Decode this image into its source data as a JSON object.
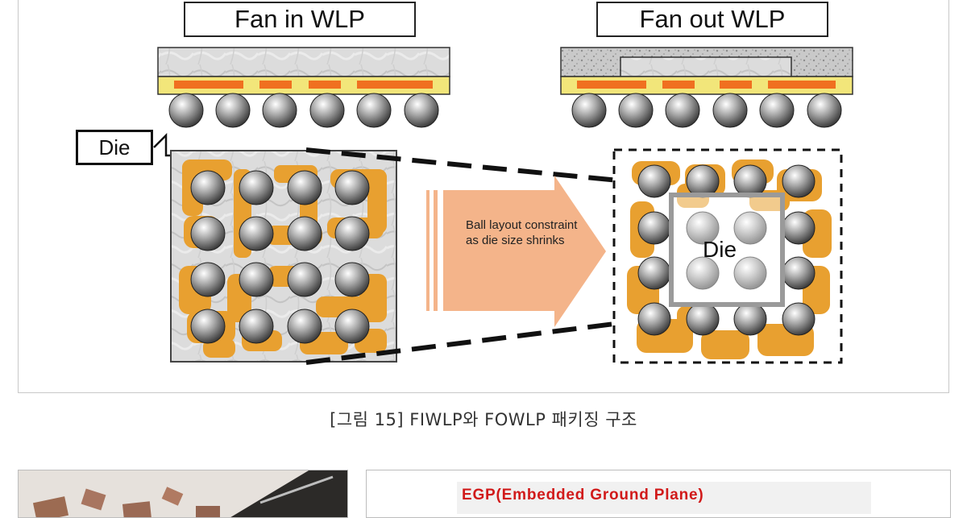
{
  "figure": {
    "fan_in_title": "Fan in WLP",
    "fan_out_title": "Fan out WLP",
    "die_label": "Die",
    "die_inner_label": "Die",
    "arrow_text": "Ball layout constraint as die size shrinks",
    "caption": "[그림 15] FIWLP와 FOWLP 패키징 구조"
  },
  "bottom_panels": {
    "egp_title": "EGP(Embedded  Ground  Plane)"
  },
  "colors": {
    "copper_trace": "#e8a030",
    "redistribution_layer": "#f07020",
    "dielectric_yellow": "#f2e67a",
    "arrow_fill": "#f4b48a",
    "solder_ball": "#8a8a8a",
    "egp_title_red": "#d11a1a"
  }
}
